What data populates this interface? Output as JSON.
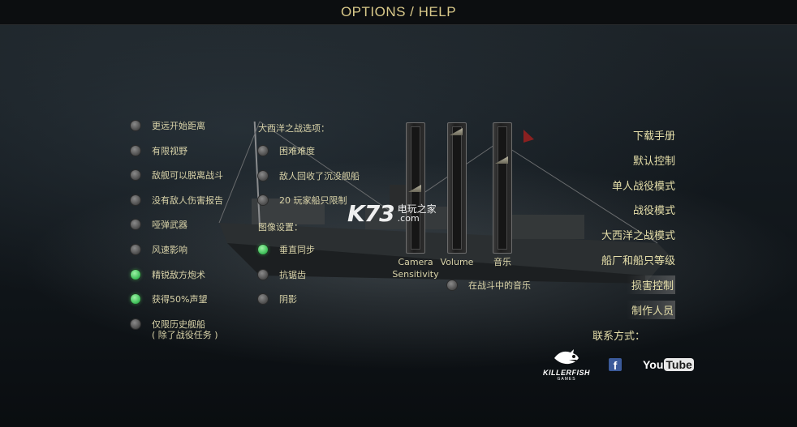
{
  "title": "OPTIONS / HELP",
  "left_options": [
    {
      "label": "更远开始距离",
      "on": false
    },
    {
      "label": "有限视野",
      "on": false
    },
    {
      "label": "敌舰可以脱离战斗",
      "on": false
    },
    {
      "label": "没有敌人伤害报告",
      "on": false
    },
    {
      "label": "哑弹武器",
      "on": false
    },
    {
      "label": "风速影响",
      "on": false
    },
    {
      "label": "精锐敌方炮术",
      "on": true
    },
    {
      "label": "获得50%声望",
      "on": true
    },
    {
      "label": "仅限历史舰船\n( 除了战役任务 )",
      "on": false
    }
  ],
  "atlantic": {
    "heading": "大西洋之战选项：",
    "options": [
      {
        "label": "困难难度",
        "on": false
      },
      {
        "label": "敌人回收了沉没舰船",
        "on": false
      },
      {
        "label": "20 玩家船只限制",
        "on": false
      }
    ]
  },
  "graphics": {
    "heading": "图像设置：",
    "options": [
      {
        "label": "垂直同步",
        "on": true
      },
      {
        "label": "抗锯齿",
        "on": false
      },
      {
        "label": "阴影",
        "on": false
      }
    ]
  },
  "sliders": [
    {
      "label": "Camera\nSensitivity",
      "level": 0.5
    },
    {
      "label": "Volume",
      "level": 1.0
    },
    {
      "label": "音乐",
      "level": 0.75
    }
  ],
  "battle_music": {
    "label": "在战斗中的音乐",
    "on": false
  },
  "menu": [
    {
      "label": "下载手册"
    },
    {
      "label": "默认控制"
    },
    {
      "label": "单人战役模式"
    },
    {
      "label": "战役模式"
    },
    {
      "label": "大西洋之战模式"
    },
    {
      "label": "船厂和船只等级"
    },
    {
      "label": "损害控制",
      "highlight": true
    },
    {
      "label": "制作人员",
      "highlight": true
    }
  ],
  "contact": {
    "label": "联系方式：",
    "killerfish": "KILLERFISH",
    "killerfish_sub": "GAMES",
    "facebook": "f",
    "youtube_you": "You",
    "youtube_tube": "Tube"
  },
  "watermark": {
    "big": "K73",
    "cn": "电玩之家",
    "com": ".com"
  },
  "colors": {
    "accent_text": "#d9c98a",
    "toggle_on": "#3fbf5a",
    "toggle_off": "#5a5a5a"
  }
}
